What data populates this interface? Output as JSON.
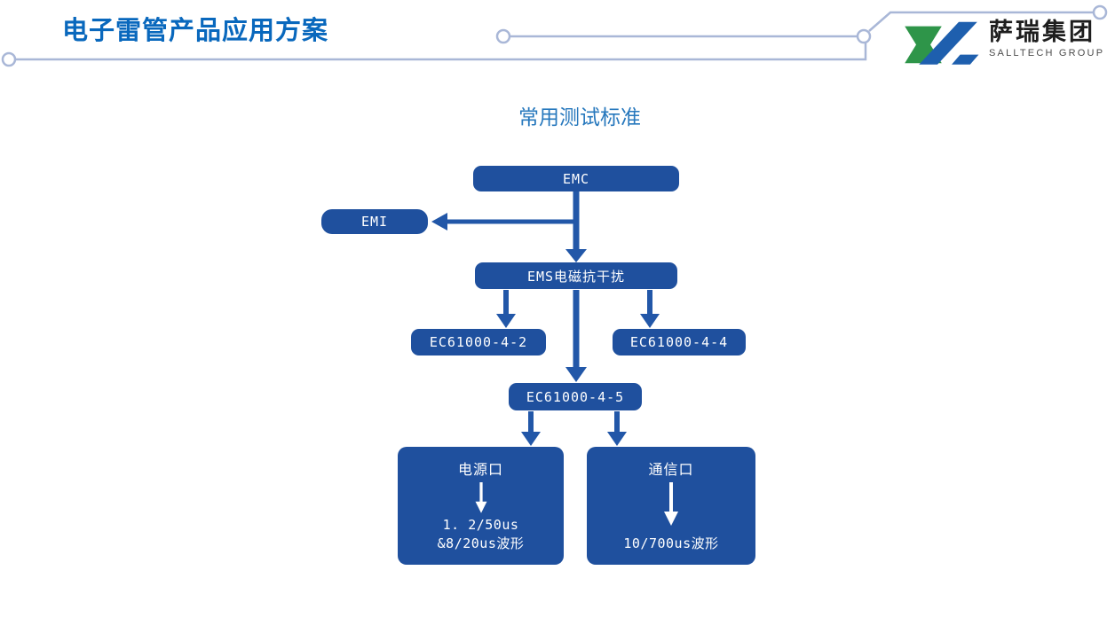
{
  "header": {
    "title": "电子雷管产品应用方案",
    "logo": {
      "company_cn": "萨瑞集团",
      "company_en": "SALLTECH GROUP"
    }
  },
  "diagram": {
    "subtitle": "常用测试标准",
    "nodes": {
      "emc": {
        "label": "EMC"
      },
      "emi": {
        "label": "EMI"
      },
      "ems": {
        "label": "EMS电磁抗干扰"
      },
      "ec4_2": {
        "label": "EC61000-4-2"
      },
      "ec4_4": {
        "label": "EC61000-4-4"
      },
      "ec4_5": {
        "label": "EC61000-4-5"
      },
      "power_port": {
        "label": "电源口",
        "line1": "1. 2/50us",
        "line2": "&8/20us波形"
      },
      "comm_port": {
        "label": "通信口",
        "line1": "10/700us波形"
      }
    }
  },
  "colors": {
    "title_blue": "#0968BD",
    "subtitle_blue": "#2778BD",
    "node_blue": "#1F509E",
    "arrow_blue": "#2257A8",
    "decoration_line": "#A9B7D7",
    "logo_green": "#2E9549",
    "logo_blue": "#1E5FAE"
  }
}
